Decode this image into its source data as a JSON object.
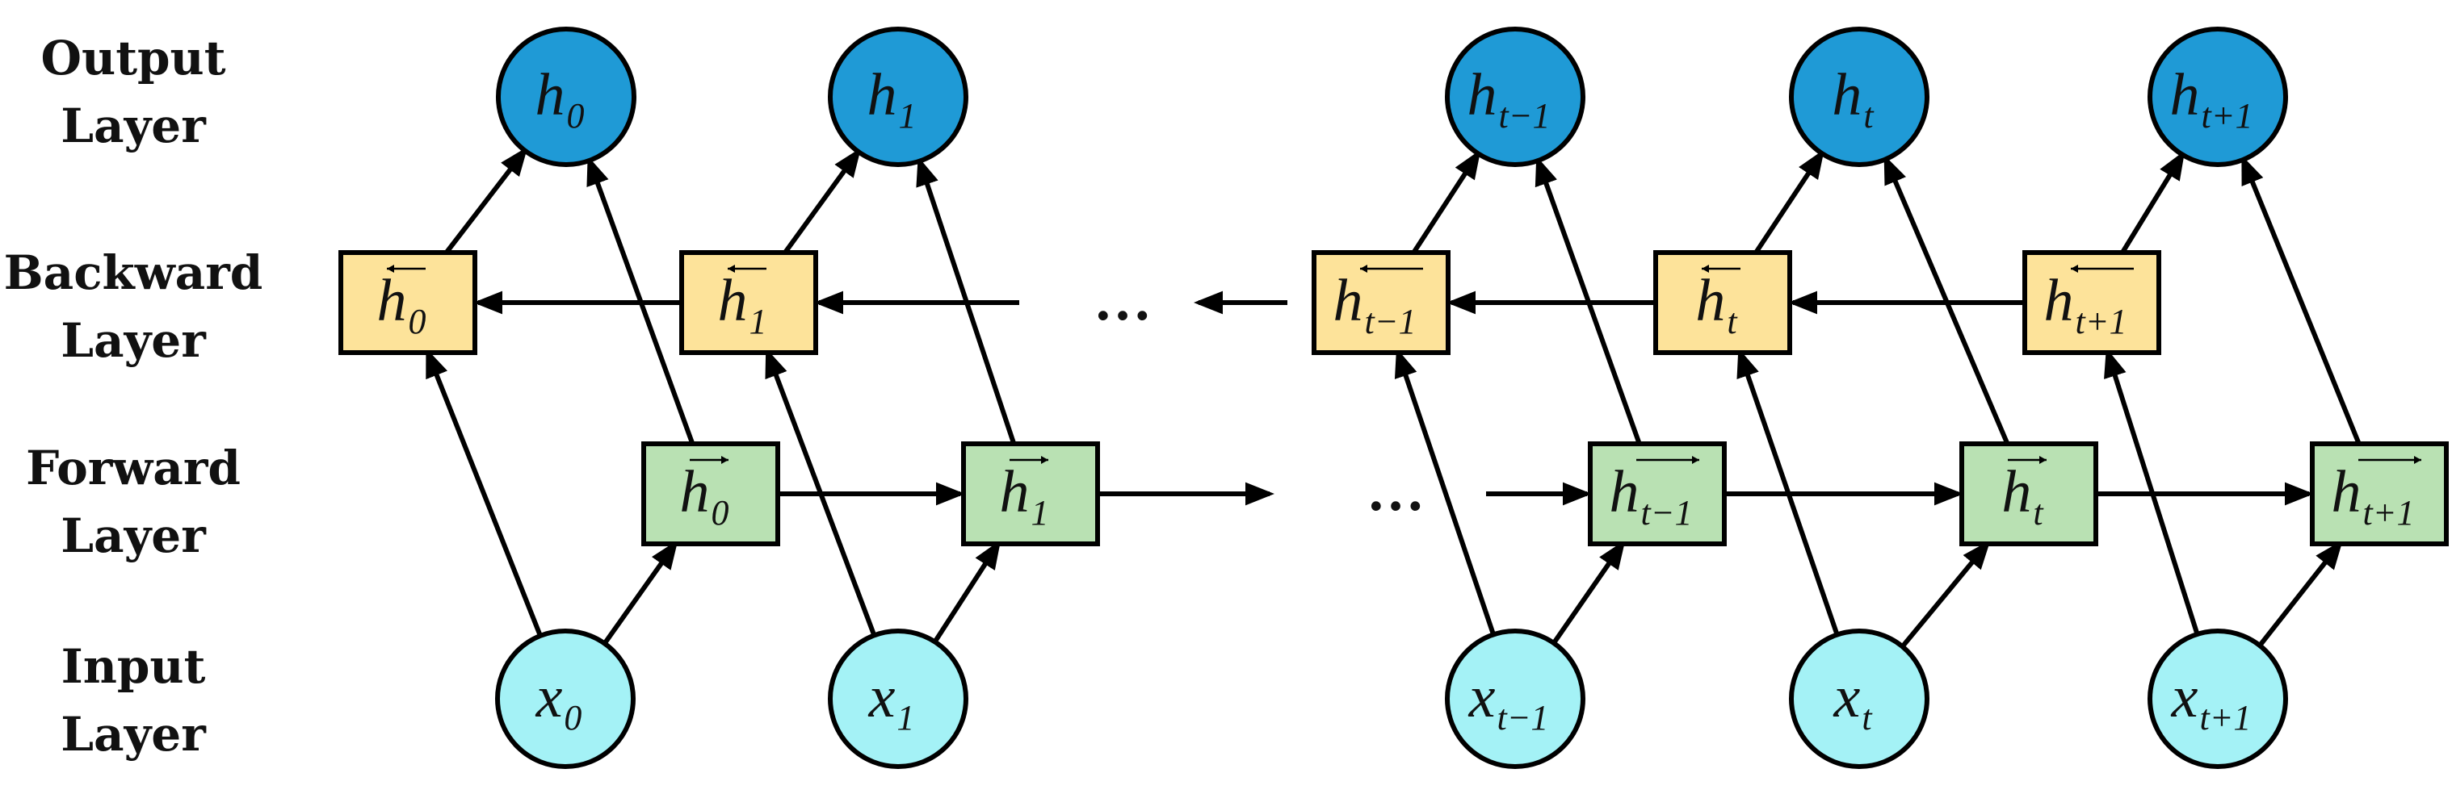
{
  "layers": {
    "output": [
      "Output",
      "Layer"
    ],
    "backward": [
      "Backward",
      "Layer"
    ],
    "forward": [
      "Forward",
      "Layer"
    ],
    "input": [
      "Input",
      "Layer"
    ]
  },
  "ellipsis": "…",
  "colors": {
    "output_node": "#1f9ad6",
    "input_node": "#a4f2f6",
    "backward_box": "#fde39a",
    "forward_box": "#b9e1b3",
    "stroke": "#000000"
  },
  "steps": [
    {
      "id": "0",
      "output": {
        "v": "h",
        "s": "0"
      },
      "backward": {
        "v": "h",
        "s": "0"
      },
      "forward": {
        "v": "h",
        "s": "0"
      },
      "input": {
        "v": "x",
        "s": "0"
      }
    },
    {
      "id": "1",
      "output": {
        "v": "h",
        "s": "1"
      },
      "backward": {
        "v": "h",
        "s": "1"
      },
      "forward": {
        "v": "h",
        "s": "1"
      },
      "input": {
        "v": "x",
        "s": "1"
      }
    },
    {
      "id": "t-1",
      "output": {
        "v": "h",
        "s": "t−1"
      },
      "backward": {
        "v": "h",
        "s": "t−1"
      },
      "forward": {
        "v": "h",
        "s": "t−1"
      },
      "input": {
        "v": "x",
        "s": "t−1"
      }
    },
    {
      "id": "t",
      "output": {
        "v": "h",
        "s": "t"
      },
      "backward": {
        "v": "h",
        "s": "t"
      },
      "forward": {
        "v": "h",
        "s": "t"
      },
      "input": {
        "v": "x",
        "s": "t"
      }
    },
    {
      "id": "t+1",
      "output": {
        "v": "h",
        "s": "t+1"
      },
      "backward": {
        "v": "h",
        "s": "t+1"
      },
      "forward": {
        "v": "h",
        "s": "t+1"
      },
      "input": {
        "v": "x",
        "s": "t+1"
      }
    }
  ]
}
